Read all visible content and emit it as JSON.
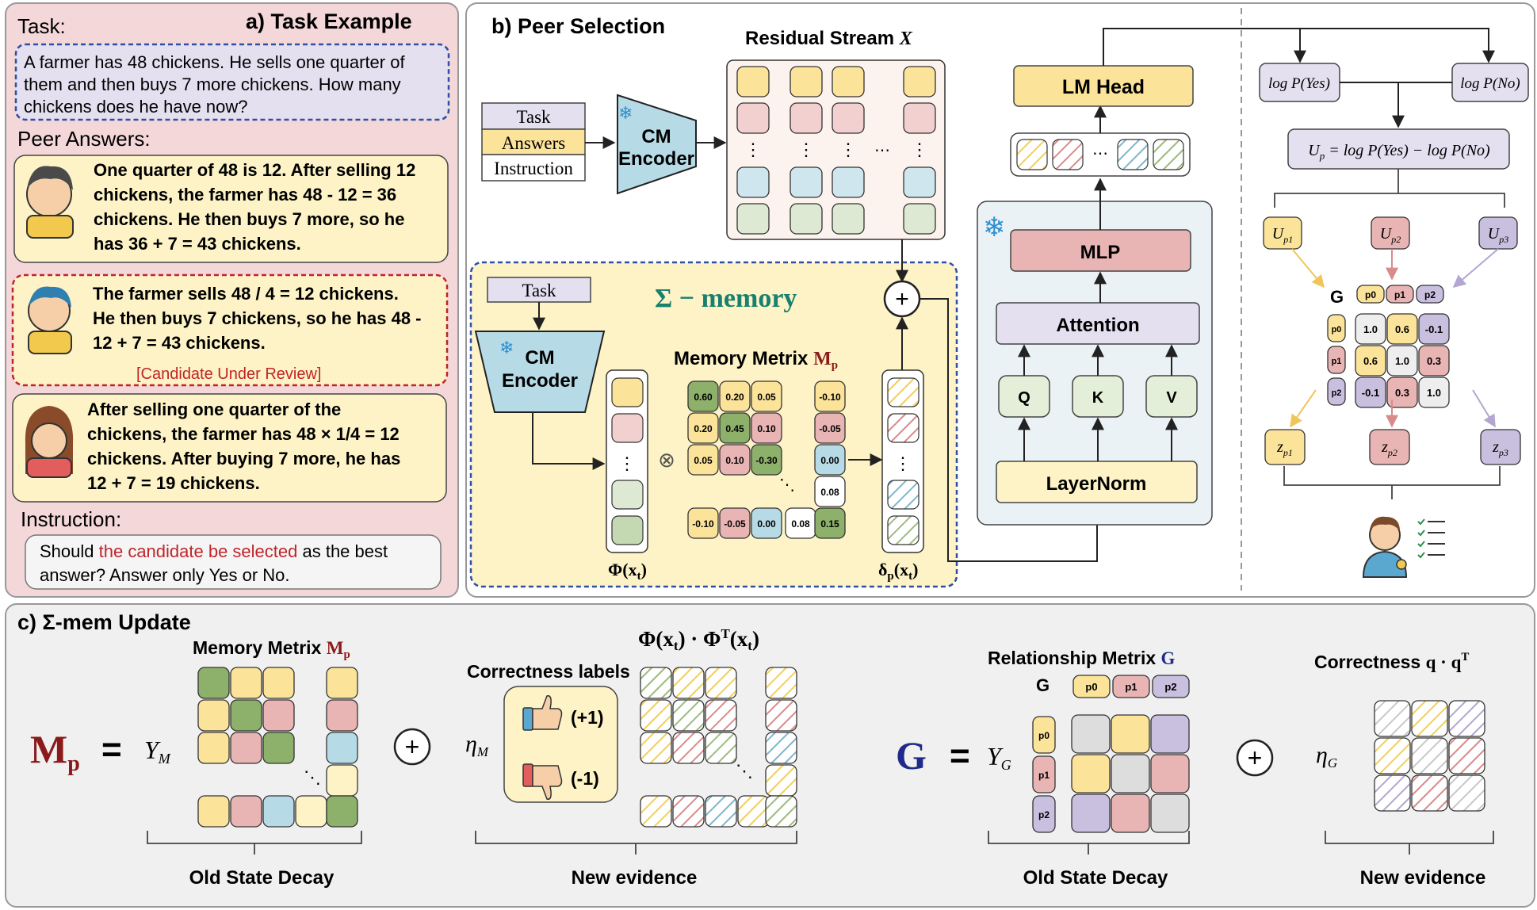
{
  "colors": {
    "panel_a_bg": "#f4d7d9",
    "panel_b_bg": "#ffffff",
    "panel_c_bg": "#f0f0f0",
    "yellow": "#fbe39a",
    "pink": "#e9b4b4",
    "blue": "#b7dbe6",
    "green": "#c4d8b2",
    "dark_green": "#8db06b",
    "lavender": "#c9bfdf",
    "grey": "#dddddd",
    "cream": "#fdf3c6",
    "light_blue_bg": "#eaf2f6",
    "red_text": "#c0242b",
    "teal_text": "#17806f",
    "navy_text": "#1f2a8a",
    "maroon_text": "#8b1a1a"
  },
  "panel_a": {
    "task_label": "Task:",
    "title": "a) Task Example",
    "task_lines": [
      "A farmer has 48 chickens. He sells one quarter of",
      "them and then buys 7 more chickens. How many",
      "chickens does he have now?"
    ],
    "peer_answers_label": "Peer Answers:",
    "answer1_lines": [
      "One quarter of 48 is 12. After selling 12",
      "chickens, the farmer has 48 - 12 = 36",
      "chickens. He then buys 7 more, so he",
      "has 36 + 7 = 43 chickens."
    ],
    "answer2_lines": [
      "The farmer sells 48 / 4 = 12 chickens.",
      "He then buys 7 chickens, so he has 48 -",
      "12 + 7 = 43 chickens."
    ],
    "candidate_tag": "[Candidate Under Review]",
    "answer3_lines": [
      "After selling one quarter of the",
      "chickens, the farmer has 48 × 1/4 = 12",
      "chickens. After buying 7 more, he has",
      "12 + 7 = 19 chickens."
    ],
    "instruction_label": "Instruction:",
    "instruction_pre": "Should ",
    "instruction_highlight": "the candidate be selected",
    "instruction_post": " as the best",
    "instruction_line2": "answer? Answer only Yes or No."
  },
  "panel_b": {
    "title": "b) Peer Selection",
    "input_stack": [
      "Task",
      "Answers",
      "Instruction"
    ],
    "cm_encoder_top": [
      "CM",
      "Encoder"
    ],
    "residual_label": "Residual Stream",
    "residual_var": "X",
    "dots_v": "⋮",
    "dots_h": "⋯",
    "memory_title": "Σ − memory",
    "task_box": "Task",
    "cm_encoder_inner": [
      "CM",
      "Encoder"
    ],
    "memory_matrix_label": "Memory Metrix",
    "memory_matrix_var": "M",
    "memory_matrix_sub": "p",
    "matrix_values": [
      [
        "0.60",
        "0.20",
        "0.05"
      ],
      [
        "0.20",
        "0.45",
        "0.10"
      ],
      [
        "0.05",
        "0.10",
        "-0.30"
      ]
    ],
    "matrix_last_row": [
      "-0.10",
      "-0.05",
      "0.00",
      "0.08",
      "0.15"
    ],
    "column_values": [
      "-0.10",
      "-0.05",
      "0.00",
      "0.08"
    ],
    "diag_dots": "⋱",
    "phi_label": "Φ(x",
    "phi_sub": "t",
    "delta_label": "δ",
    "delta_sub": "p",
    "delta_arg": "(x",
    "times_symbol": "⊗",
    "plus_symbol": "+",
    "lm_head": "LM Head",
    "mlp": "MLP",
    "attention": "Attention",
    "q": "Q",
    "k": "K",
    "v": "V",
    "layernorm": "LayerNorm",
    "logp_yes": "log P(Yes)",
    "logp_no": "log P(No)",
    "up_formula": "U",
    "up_formula_sub": "p",
    "up_formula_rhs": "= log P(Yes) − log P(No)",
    "u_labels": [
      "U",
      "U",
      "U"
    ],
    "u_subs": [
      "p1",
      "p2",
      "p3"
    ],
    "g_label": "G",
    "g_heads": [
      "p0",
      "p1",
      "p2"
    ],
    "g_values": [
      [
        "1.0",
        "0.6",
        "-0.1"
      ],
      [
        "0.6",
        "1.0",
        "0.3"
      ],
      [
        "-0.1",
        "0.3",
        "1.0"
      ]
    ],
    "z_labels": [
      "z",
      "z",
      "z"
    ],
    "z_subs": [
      "p1",
      "p2",
      "p3"
    ]
  },
  "panel_c": {
    "title": "c) Σ-mem Update",
    "memory_matrix_label": "Memory Metrix",
    "mp_var": "M",
    "mp_sub": "p",
    "eq": "=",
    "upsilon_m": "Υ",
    "upsilon_m_sub": "M",
    "plus": "+",
    "phi_outer": "Φ(x",
    "phi_outer_t": "t",
    "phi_outer_mid": ") · Φ",
    "phi_outer_sup": "T",
    "phi_outer_end": "(x",
    "correctness_labels": "Correctness labels",
    "thumb_up_value": "(+1)",
    "thumb_down_value": "(-1)",
    "eta_m": "η",
    "eta_m_sub": "M",
    "old_state_decay": "Old State Decay",
    "new_evidence": "New evidence",
    "relationship_label": "Relationship Metrix",
    "g_var": "G",
    "g_heads": [
      "p0",
      "p1",
      "p2"
    ],
    "upsilon_g": "Υ",
    "upsilon_g_sub": "G",
    "correctness_qq": "Correctness",
    "qq_formula": "q · q",
    "qq_sup": "T",
    "eta_g": "η",
    "eta_g_sub": "G"
  }
}
